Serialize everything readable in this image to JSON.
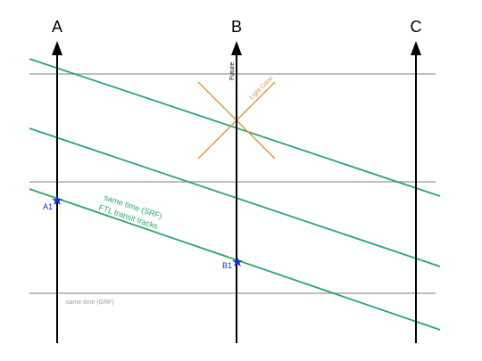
{
  "labels": {
    "axis_a": "A",
    "axis_b": "B",
    "axis_c": "C",
    "future": "Future",
    "light_cone": "Light Cone",
    "same_time_srf": "same time (SRF)",
    "ftl_transit_tracks": "FTL transit tracks",
    "same_time_grf": "same time (GRF)",
    "event_a1": "A1",
    "event_b1": "B1"
  },
  "colors": {
    "axis": "#000000",
    "grid": "#a8a8a8",
    "transit_track": "#2aa86a",
    "light_cone": "#d89a3a",
    "event": "#1a2ad0",
    "grf_label": "#9e9e9e"
  }
}
